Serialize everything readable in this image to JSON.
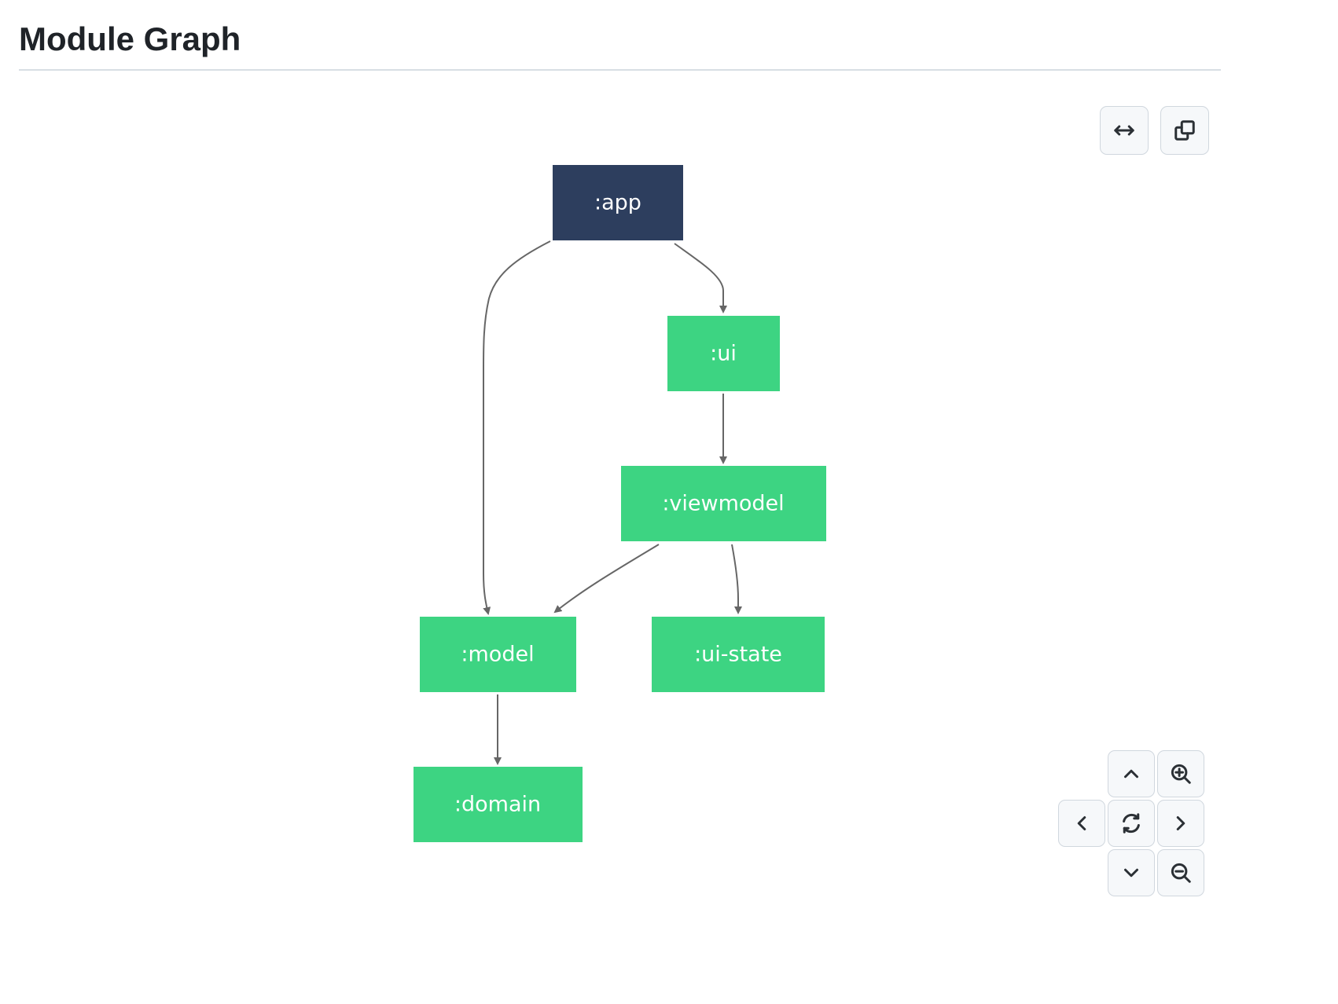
{
  "page": {
    "title": "Module Graph"
  },
  "graph": {
    "nodes": [
      {
        "id": "app",
        "label": ":app",
        "color": "#2d3e5e"
      },
      {
        "id": "ui",
        "label": ":ui",
        "color": "#3dd482"
      },
      {
        "id": "viewmodel",
        "label": ":viewmodel",
        "color": "#3dd482"
      },
      {
        "id": "model",
        "label": ":model",
        "color": "#3dd482"
      },
      {
        "id": "ui-state",
        "label": ":ui-state",
        "color": "#3dd482"
      },
      {
        "id": "domain",
        "label": ":domain",
        "color": "#3dd482"
      }
    ],
    "edges": [
      {
        "from": "app",
        "to": "model"
      },
      {
        "from": "app",
        "to": "ui"
      },
      {
        "from": "ui",
        "to": "viewmodel"
      },
      {
        "from": "viewmodel",
        "to": "model"
      },
      {
        "from": "viewmodel",
        "to": "ui-state"
      },
      {
        "from": "model",
        "to": "domain"
      }
    ],
    "edge_color": "#666666"
  },
  "toolbar": {
    "buttons": [
      {
        "name": "fit-width-button",
        "icon": "horizontal-arrows-icon"
      },
      {
        "name": "copy-button",
        "icon": "copy-icon"
      }
    ]
  },
  "navigation": {
    "buttons": [
      {
        "name": "pan-up-button",
        "icon": "chevron-up-icon"
      },
      {
        "name": "zoom-in-button",
        "icon": "zoom-in-icon"
      },
      {
        "name": "pan-left-button",
        "icon": "chevron-left-icon"
      },
      {
        "name": "reset-view-button",
        "icon": "refresh-icon"
      },
      {
        "name": "pan-right-button",
        "icon": "chevron-right-icon"
      },
      {
        "name": "pan-down-button",
        "icon": "chevron-down-icon"
      },
      {
        "name": "zoom-out-button",
        "icon": "zoom-out-icon"
      }
    ]
  }
}
